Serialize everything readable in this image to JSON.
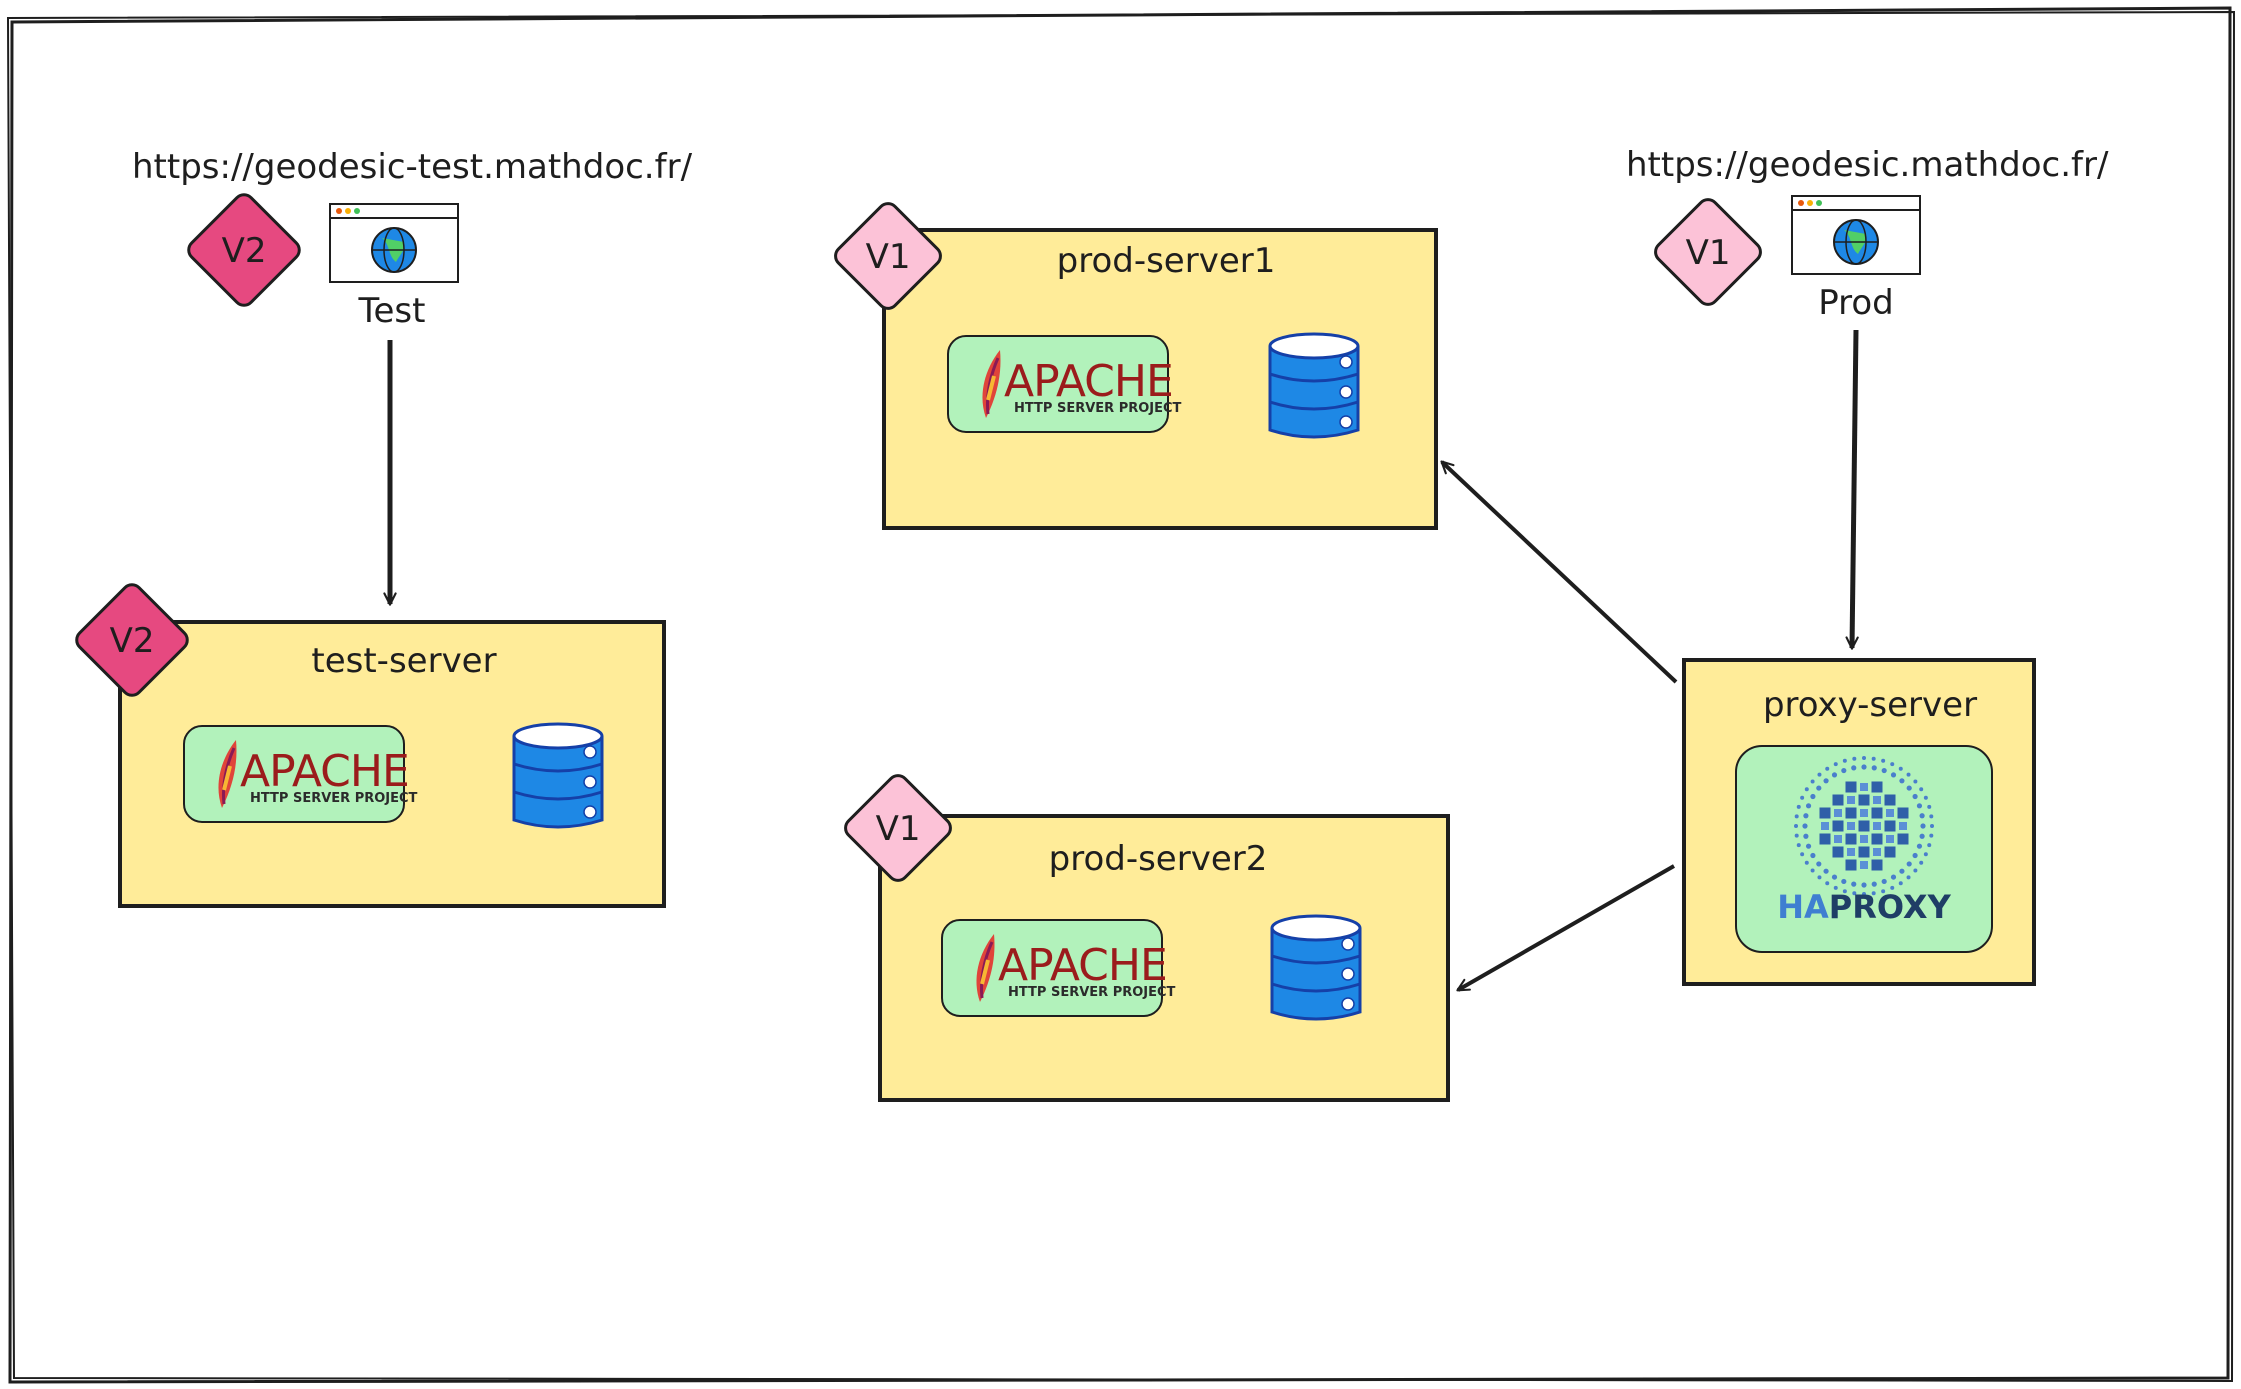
{
  "test_site": {
    "url": "https://geodesic-test.mathdoc.fr/",
    "caption": "Test",
    "version": "V2"
  },
  "prod_site": {
    "url": "https://geodesic.mathdoc.fr/",
    "caption": "Prod",
    "version": "V1"
  },
  "servers": {
    "test": {
      "title": "test-server",
      "version": "V2"
    },
    "prod1": {
      "title": "prod-server1",
      "version": "V1"
    },
    "prod2": {
      "title": "prod-server2",
      "version": "V1"
    },
    "proxy": {
      "title": "proxy-server"
    }
  },
  "apache_logo": {
    "word": "APACHE",
    "sub": "HTTP SERVER PROJECT"
  },
  "haproxy_logo": {
    "ha": "HA",
    "rest": "PROXY"
  },
  "colors": {
    "server_fill": "#ffec99",
    "logo_fill": "#b2f2bb",
    "badge_v2": "#e64980",
    "badge_v1": "#fcc2d7",
    "db_blue": "#1e88e5",
    "stroke": "#1e1e1e"
  }
}
